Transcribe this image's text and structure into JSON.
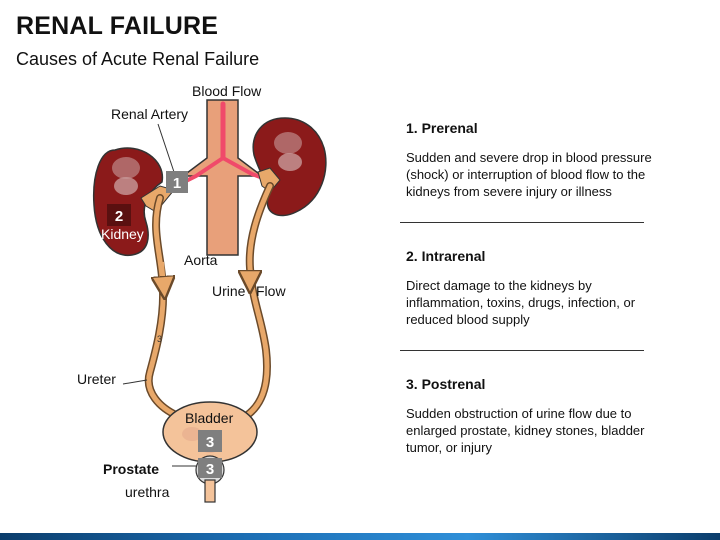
{
  "slide": {
    "title": "RENAL FAILURE",
    "subtitle": "Causes of Acute Renal Failure"
  },
  "diagram": {
    "labels": {
      "blood_flow": "Blood Flow",
      "renal_artery": "Renal Artery",
      "kidney": "Kidney",
      "aorta": "Aorta",
      "urine": "Urine",
      "flow": "Flow",
      "ureter": "Ureter",
      "bladder": "Bladder",
      "prostate": "Prostate",
      "urethra": "urethra"
    },
    "markers": {
      "renal_artery": "1",
      "kidney": "2",
      "bladder": "3",
      "prostate": "3",
      "ureter_small": "3"
    },
    "colors": {
      "kidney": "#8b1a1a",
      "tube": "#e8a86a",
      "tube_outline": "#6b4a2a",
      "blood": "#f04a6a",
      "aorta": "#e8a07a",
      "bladder": "#f4c39a",
      "prostate": "#dcdcdc",
      "marker_dark": "#5a1010",
      "marker_grey": "#7f7f7f"
    }
  },
  "causes": [
    {
      "heading": "1. Prerenal",
      "text": "Sudden and severe drop in blood pressure (shock) or interruption of blood flow to the kidneys from severe injury or illness"
    },
    {
      "heading": "2. Intrarenal",
      "text": "Direct damage to the kidneys by inflammation, toxins, drugs, infection, or reduced blood supply"
    },
    {
      "heading": "3. Postrenal",
      "text": "Sudden obstruction of urine flow due to enlarged prostate, kidney stones, bladder tumor, or injury"
    }
  ]
}
